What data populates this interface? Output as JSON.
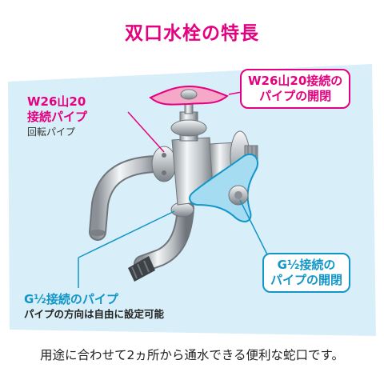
{
  "title": "双口水栓の特長",
  "labels": {
    "w26_pipe": {
      "line1": "W26山20",
      "line2": "接続パイプ",
      "sub": "回転パイプ"
    },
    "w26_valve_box": {
      "line1": "W26山20接続の",
      "line2": "パイプの開閉"
    },
    "g_valve_box": {
      "line1": "G½接続の",
      "line2": "パイプの開閉"
    },
    "g_pipe": {
      "line1": "G½接続のパイプ",
      "line2": "パイプの方向は自由に設定可能"
    }
  },
  "caption": "用途に合わせて2ヵ所から通水できる便利な蛇口です。",
  "colors": {
    "accent_pink": "#e4007f",
    "accent_blue": "#1296c8",
    "panel_bg": "#d8eef8"
  }
}
